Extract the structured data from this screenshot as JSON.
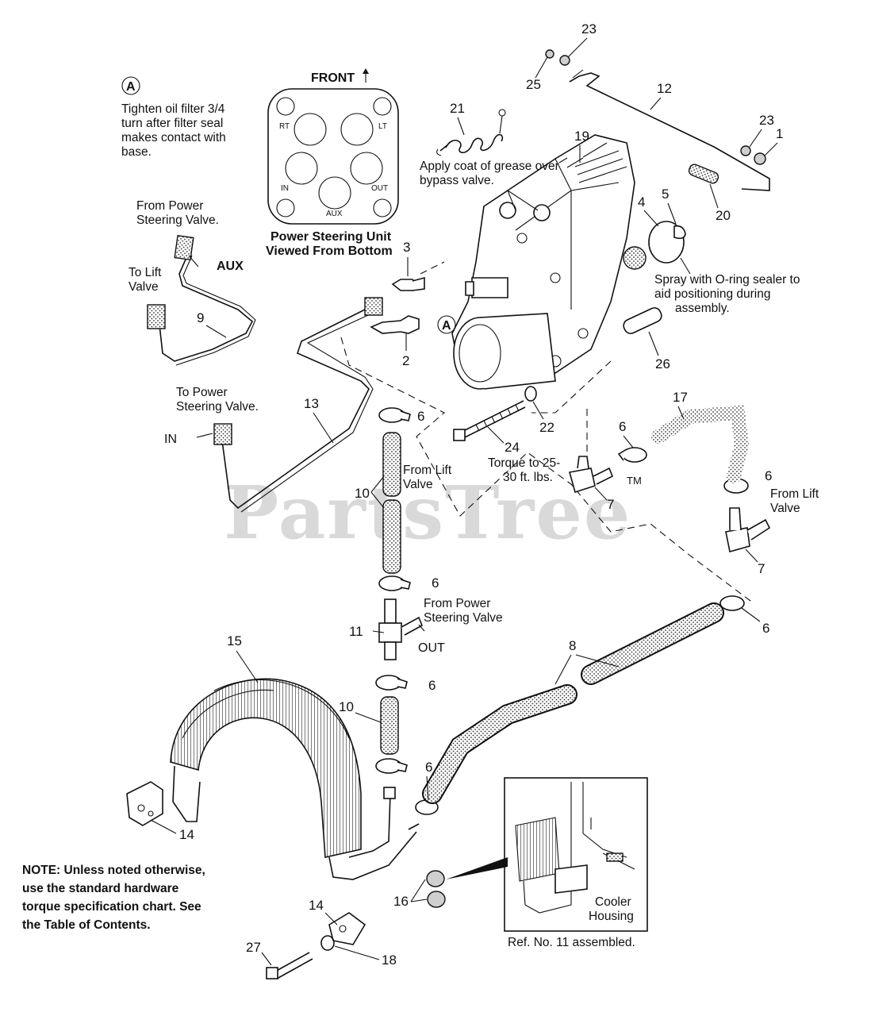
{
  "watermark": {
    "text": "PartsTree",
    "tm": "TM"
  },
  "note_a": {
    "marker": "A",
    "lines": [
      "Tighten oil filter 3/4",
      "turn after filter seal",
      "makes contact with",
      "base."
    ]
  },
  "steering_unit": {
    "front_label": "FRONT",
    "ports": {
      "rt": "RT",
      "lt": "LT",
      "in": "IN",
      "out": "OUT",
      "aux": "AUX"
    },
    "caption": [
      "Power Steering Unit",
      "Viewed From Bottom"
    ]
  },
  "labels": {
    "from_ps_valve_top": [
      "From Power",
      "Steering Valve."
    ],
    "aux": "AUX",
    "to_lift_valve": [
      "To Lift",
      "Valve"
    ],
    "to_ps_valve": [
      "To Power",
      "Steering Valve."
    ],
    "in": "IN",
    "grease_note": [
      "Apply coat of grease over",
      "bypass valve."
    ],
    "oring_note": [
      "Spray with O-ring sealer to",
      "aid positioning during",
      "assembly."
    ],
    "from_lift_valve_mid": [
      "From Lift",
      "Valve"
    ],
    "from_lift_valve_right": [
      "From Lift",
      "Valve"
    ],
    "torque_note": [
      "Torque to 25-",
      "30 ft. lbs."
    ],
    "from_ps_valve_mid": [
      "From Power",
      "Steering Valve"
    ],
    "out": "OUT",
    "cooler_housing": [
      "Cooler",
      "Housing"
    ],
    "ref_assembled": "Ref. No. 11 assembled."
  },
  "general_note": [
    "NOTE: Unless noted otherwise,",
    "use the standard hardware",
    "torque specification chart. See",
    "the Table of Contents."
  ],
  "callouts": {
    "c1": "1",
    "c2": "2",
    "c3": "3",
    "c4": "4",
    "c5": "5",
    "c6a": "6",
    "c6b": "6",
    "c6c": "6",
    "c6d": "6",
    "c6e": "6",
    "c6f": "6",
    "c6g": "6",
    "c7a": "7",
    "c7b": "7",
    "c8": "8",
    "c9": "9",
    "c10a": "10",
    "c10b": "10",
    "c11": "11",
    "c12": "12",
    "c13": "13",
    "c14a": "14",
    "c14b": "14",
    "c15": "15",
    "c16": "16",
    "c17": "17",
    "c18": "18",
    "c19": "19",
    "c20": "20",
    "c21": "21",
    "c22": "22",
    "c23a": "23",
    "c23b": "23",
    "c24": "24",
    "c25": "25",
    "c26": "26",
    "c27": "27"
  }
}
